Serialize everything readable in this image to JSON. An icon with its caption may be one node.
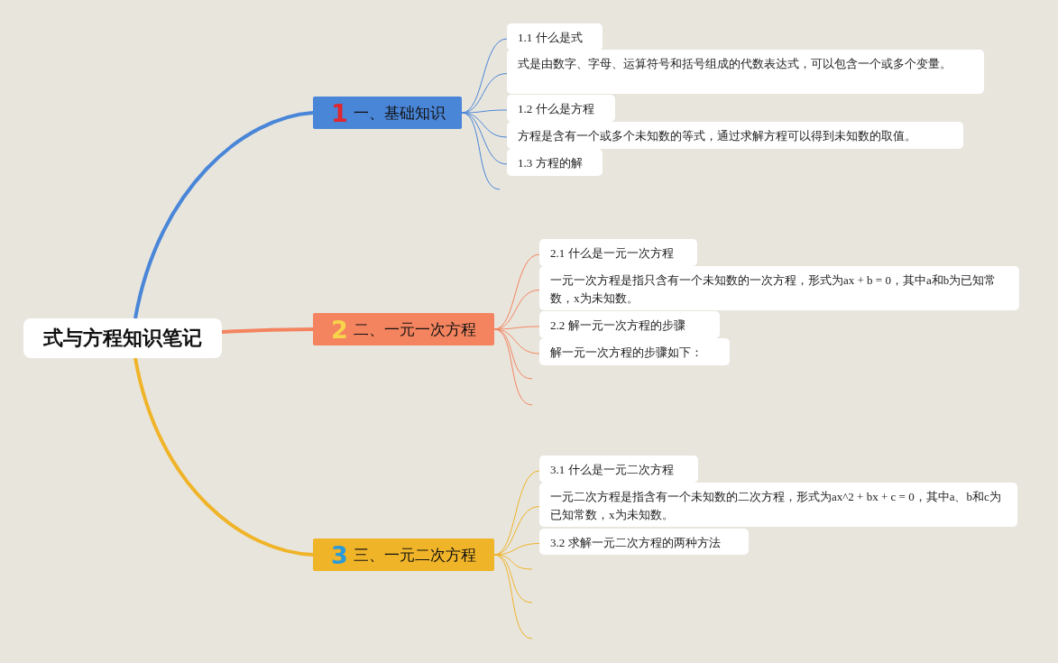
{
  "diagram": {
    "nodes": [
      {
        "text": [
          "式与方程知识笔记"
        ]
      },
      {
        "text": [
          "1",
          "一、基础知识"
        ]
      },
      {
        "text": [
          "1.1 什么是式"
        ]
      },
      {
        "text": [
          "式是由数字、字母、运算符号和括号组成的代数表达式，可以包含一个或多个变量。"
        ]
      },
      {
        "text": [
          "1.2 什么是方程"
        ]
      },
      {
        "text": [
          "方程是含有一个或多个未知数的等式，通过求解方程可以得到未知数的取值。"
        ]
      },
      {
        "text": [
          "1.3 方程的解"
        ]
      },
      {
        "text": [
          "2",
          "二、一元一次方程"
        ]
      },
      {
        "text": [
          "2.1 什么是一元一次方程"
        ]
      },
      {
        "text": [
          "一元一次方程是指只含有一个未知数的一次方程，形式为ax + b = 0，其中a和b为已知常数，x为未知数。"
        ]
      },
      {
        "text": [
          "2.2 解一元一次方程的步骤"
        ]
      },
      {
        "text": [
          "解一元一次方程的步骤如下："
        ]
      },
      {
        "text": [
          "3",
          "三、一元二次方程"
        ]
      },
      {
        "text": [
          "3.1 什么是一元二次方程"
        ]
      },
      {
        "text": [
          "一元二次方程是指含有一个未知数的二次方程，形式为ax^2 + bx + c = 0，其中a、b和c为已知常数，x为未知数。"
        ]
      },
      {
        "text": [
          "3.2 求解一元二次方程的两种方法"
        ]
      }
    ],
    "edges": [
      {
        "from": 0,
        "to": 1,
        "arrow": "none",
        "style": "thick",
        "color": "#4a86d8"
      },
      {
        "from": 0,
        "to": 7,
        "arrow": "none",
        "style": "thick",
        "color": "#f4845f"
      },
      {
        "from": 0,
        "to": 12,
        "arrow": "none",
        "style": "thick",
        "color": "#f0b429"
      },
      {
        "from": 1,
        "to": 2,
        "arrow": "none",
        "color": "#4a86d8"
      },
      {
        "from": 1,
        "to": 3,
        "arrow": "none",
        "color": "#4a86d8"
      },
      {
        "from": 1,
        "to": 4,
        "arrow": "none",
        "color": "#4a86d8"
      },
      {
        "from": 1,
        "to": 5,
        "arrow": "none",
        "color": "#4a86d8"
      },
      {
        "from": 1,
        "to": 6,
        "arrow": "none",
        "color": "#4a86d8"
      },
      {
        "from": 1,
        "to": null,
        "arrow": "none",
        "color": "#4a86d8"
      },
      {
        "from": 7,
        "to": 8,
        "arrow": "none",
        "color": "#f4845f"
      },
      {
        "from": 7,
        "to": 9,
        "arrow": "none",
        "color": "#f4845f"
      },
      {
        "from": 7,
        "to": 10,
        "arrow": "none",
        "color": "#f4845f"
      },
      {
        "from": 7,
        "to": 11,
        "arrow": "none",
        "color": "#f4845f"
      },
      {
        "from": 7,
        "to": null,
        "arrow": "none",
        "color": "#f4845f"
      },
      {
        "from": 7,
        "to": null,
        "arrow": "none",
        "color": "#f4845f"
      },
      {
        "from": 12,
        "to": 13,
        "arrow": "none",
        "color": "#f0b429"
      },
      {
        "from": 12,
        "to": 14,
        "arrow": "none",
        "color": "#f0b429"
      },
      {
        "from": 12,
        "to": 15,
        "arrow": "none",
        "color": "#f0b429"
      },
      {
        "from": 12,
        "to": null,
        "arrow": "none",
        "color": "#f0b429"
      },
      {
        "from": 12,
        "to": null,
        "arrow": "none",
        "color": "#f0b429"
      },
      {
        "from": 12,
        "to": null,
        "arrow": "none",
        "color": "#f0b429"
      }
    ]
  }
}
